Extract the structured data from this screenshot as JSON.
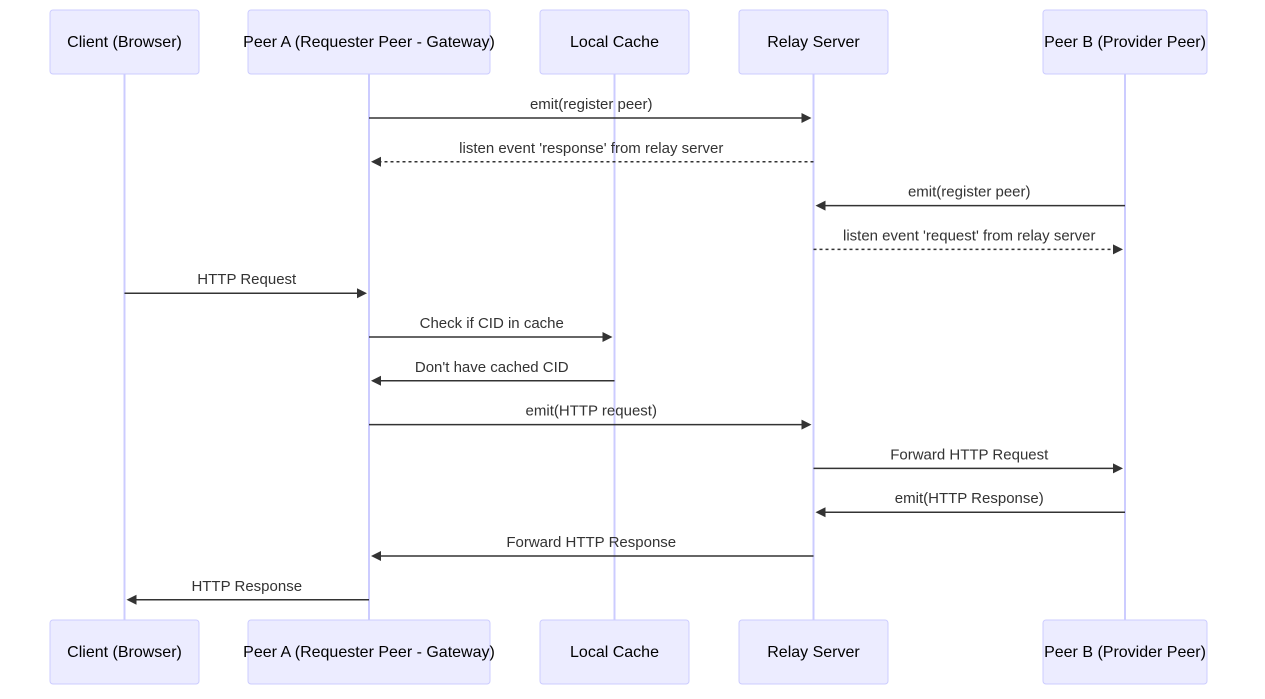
{
  "diagram": {
    "type": "sequence",
    "participants": [
      {
        "id": "client",
        "label": "Client (Browser)"
      },
      {
        "id": "peerA",
        "label": "Peer A (Requester Peer - Gateway)"
      },
      {
        "id": "cache",
        "label": "Local Cache"
      },
      {
        "id": "relay",
        "label": "Relay Server"
      },
      {
        "id": "peerB",
        "label": "Peer B (Provider Peer)"
      }
    ],
    "messages": [
      {
        "from": "peerA",
        "to": "relay",
        "text": "emit(register peer)",
        "style": "solid"
      },
      {
        "from": "relay",
        "to": "peerA",
        "text": "listen event 'response' from relay server",
        "style": "dashed"
      },
      {
        "from": "peerB",
        "to": "relay",
        "text": "emit(register peer)",
        "style": "solid"
      },
      {
        "from": "relay",
        "to": "peerB",
        "text": "listen event 'request' from relay server",
        "style": "dashed"
      },
      {
        "from": "client",
        "to": "peerA",
        "text": "HTTP Request",
        "style": "solid"
      },
      {
        "from": "peerA",
        "to": "cache",
        "text": "Check if CID in cache",
        "style": "solid"
      },
      {
        "from": "cache",
        "to": "peerA",
        "text": "Don't have cached CID",
        "style": "solid"
      },
      {
        "from": "peerA",
        "to": "relay",
        "text": "emit(HTTP request)",
        "style": "solid"
      },
      {
        "from": "relay",
        "to": "peerB",
        "text": "Forward HTTP Request",
        "style": "solid"
      },
      {
        "from": "peerB",
        "to": "relay",
        "text": "emit(HTTP Response)",
        "style": "solid"
      },
      {
        "from": "relay",
        "to": "peerA",
        "text": "Forward HTTP Response",
        "style": "solid"
      },
      {
        "from": "peerA",
        "to": "client",
        "text": "HTTP Response",
        "style": "solid"
      }
    ]
  },
  "colors": {
    "actor_fill": "#ECECFF",
    "actor_stroke": "#CCCCFF",
    "lifeline": "#CCCCFF",
    "message": "#333333"
  }
}
